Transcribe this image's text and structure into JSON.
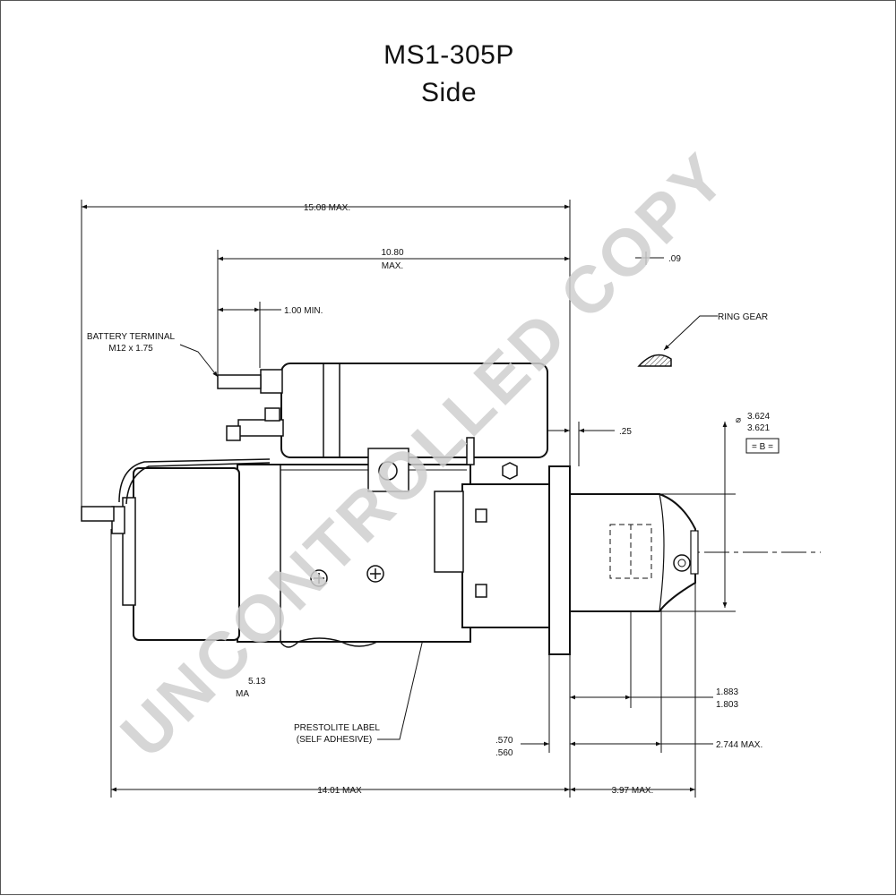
{
  "header": {
    "part_number": "MS1-305P",
    "view": "Side"
  },
  "dimensions": {
    "overall_length": "15.08 MAX.",
    "solenoid_length_line1": "10.80",
    "solenoid_length_line2": "MAX.",
    "terminal_min": "1.00 MIN.",
    "partial_dim": ".09",
    "flange_thickness": ".25",
    "pilot_dia_upper": "3.624",
    "pilot_dia_lower": "3.621",
    "datum": "= B =",
    "gear_pos_upper": "1.883",
    "gear_pos_lower": "1.803",
    "flange_offset_upper": ".570",
    "flange_offset_lower": ".560",
    "nose_max": "2.744 MAX.",
    "body_length": "14.01 MAX",
    "nose_length": "3.97 MAX.",
    "partial_height": "5.13",
    "partial_height_unit": "MA"
  },
  "callouts": {
    "battery_terminal_line1": "BATTERY TERMINAL",
    "battery_terminal_line2": "M12 x 1.75",
    "ring_gear": "RING GEAR",
    "label_line1": "PRESTOLITE LABEL",
    "label_line2": "(SELF ADHESIVE)"
  },
  "symbols": {
    "diameter": "⌀"
  },
  "watermark": {
    "text": "UNCONTROLLED COPY"
  }
}
